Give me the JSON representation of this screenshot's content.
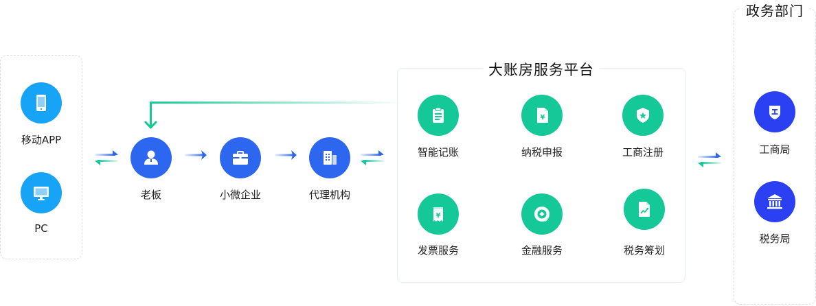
{
  "client": {
    "items": [
      {
        "label": "移动APP",
        "icon": "mobile-phone-icon"
      },
      {
        "label": "PC",
        "icon": "desktop-monitor-icon"
      }
    ]
  },
  "flow": {
    "items": [
      {
        "label": "老板",
        "icon": "user-icon"
      },
      {
        "label": "小微企业",
        "icon": "briefcase-icon"
      },
      {
        "label": "代理机构",
        "icon": "building-icon"
      }
    ]
  },
  "platform": {
    "title": "大账房服务平台",
    "services": [
      {
        "label": "智能记账",
        "icon": "clipboard-icon"
      },
      {
        "label": "纳税申报",
        "icon": "tax-document-icon"
      },
      {
        "label": "工商注册",
        "icon": "shield-star-icon"
      },
      {
        "label": "发票服务",
        "icon": "invoice-icon"
      },
      {
        "label": "金融服务",
        "icon": "coin-icon"
      },
      {
        "label": "税务筹划",
        "icon": "chart-document-icon"
      }
    ]
  },
  "government": {
    "title": "政务部门",
    "items": [
      {
        "label": "工商局",
        "icon": "badge-icon"
      },
      {
        "label": "税务局",
        "icon": "bank-icon"
      }
    ]
  },
  "colors": {
    "light_blue": "#18a4f6",
    "blue": "#2d67f0",
    "green": "#14c997",
    "indigo": "#2a40f2"
  }
}
